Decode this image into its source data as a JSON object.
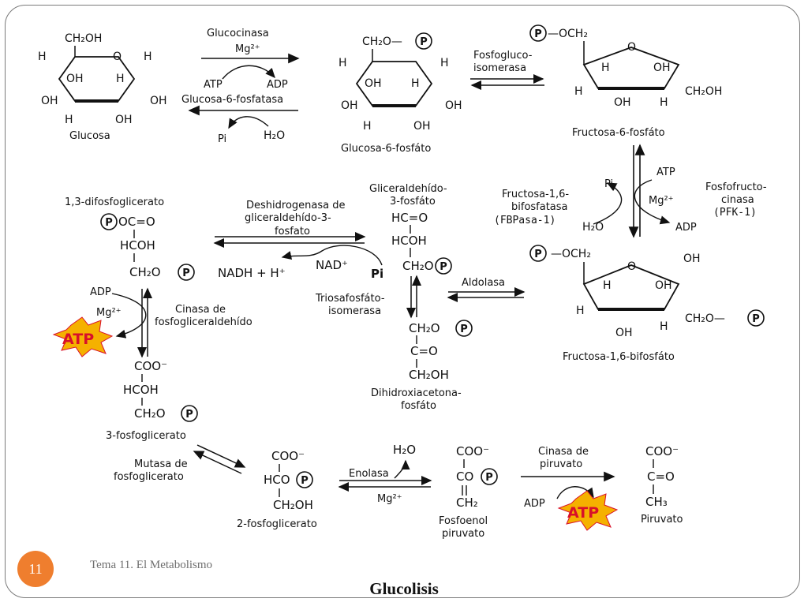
{
  "footer": {
    "page_number": "11",
    "subject": "Tema 11. El Metabolismo"
  },
  "slide": {
    "title": "Glucolisis"
  },
  "diagram": {
    "molecules": {
      "glucosa": "Glucosa",
      "g6p": "Glucosa-6-fosfáto",
      "f6p": "Fructosa-6-fosfáto",
      "f16bp": "Fructosa-1,6-bifosfáto",
      "gap_l1": "Gliceraldehído-",
      "gap_l2": "3-fosfáto",
      "dhap_l1": "Dihidroxiacetona-",
      "dhap_l2": "fosfáto",
      "bpg13": "1,3-difosfoglicerato",
      "pg3": "3-fosfoglicerato",
      "pg2": "2-fosfoglicerato",
      "pep_l1": "Fosfoenol",
      "pep_l2": "piruvato",
      "piruvato": "Piruvato"
    },
    "enzymes": {
      "glucocinasa": "Glucocinasa",
      "g6fosfatasa": "Glucosa-6-fosfatasa",
      "pgi_l1": "Fosfogluco-",
      "pgi_l2": "isomerasa",
      "pfk_l1": "Fosfofructo-",
      "pfk_l2": "cinasa",
      "pfk_l3": "(PFK-1)",
      "fbp_l1": "Fructosa-1,6-",
      "fbp_l2": "bifosfatasa",
      "fbp_l3": "(FBPasa-1)",
      "aldolasa": "Aldolasa",
      "tpi_l1": "Triosafosfáto-",
      "tpi_l2": "isomerasa",
      "gapdh_l1": "Deshidrogenasa de",
      "gapdh_l2": "gliceraldehído-3-",
      "gapdh_l3": "fosfato",
      "pgk_l1": "Cinasa de",
      "pgk_l2": "fosfogliceraldehído",
      "mutasa_l1": "Mutasa de",
      "mutasa_l2": "fosfoglicerato",
      "enolasa": "Enolasa",
      "pk_l1": "Cinasa de",
      "pk_l2": "piruvato"
    },
    "cofactors": {
      "mg": "Mg²⁺",
      "atp": "ATP",
      "adp": "ADP",
      "pi": "Pi",
      "h2o": "H₂O",
      "nadh": "NADH + H⁺",
      "nad": "NAD⁺",
      "atp_burst": "ATP"
    },
    "colors": {
      "burst_fill": "#f5b100",
      "burst_text": "#d8102a",
      "badge": "#ef7e2e"
    }
  }
}
